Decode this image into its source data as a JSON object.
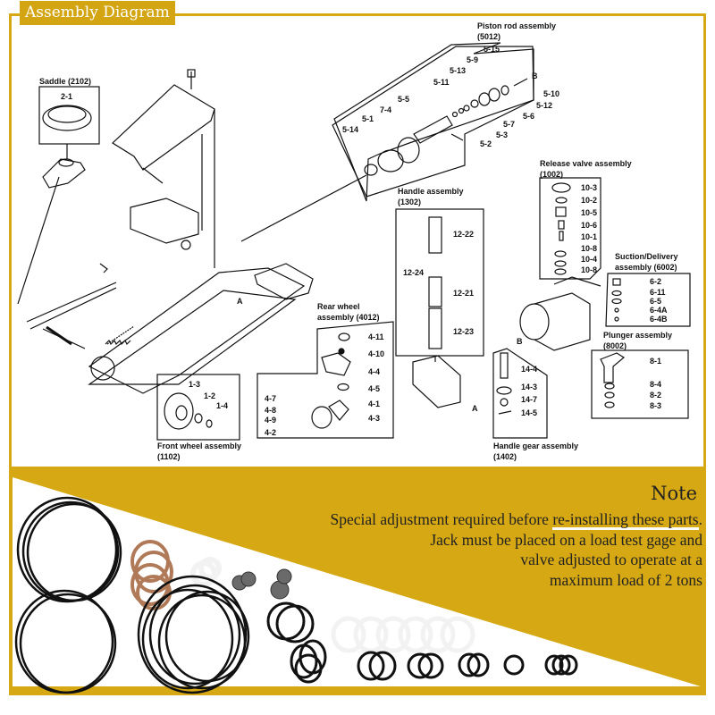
{
  "header": {
    "title": "Assembly Diagram"
  },
  "colors": {
    "accent": "#d6a813",
    "line": "#111111",
    "ring_black": "#111111",
    "ring_bronze": "#b07a58",
    "ring_white": "#f2f2f2"
  },
  "diagram": {
    "labels": [
      "Saddle (2102)",
      "2-1",
      "Piston rod assembly",
      "(5012)",
      "5-15",
      "5-9",
      "5-13",
      "5-11",
      "5-5",
      "7-4",
      "5-1",
      "5-14",
      "B",
      "5-10",
      "5-12",
      "5-6",
      "5-7",
      "5-3",
      "5-2",
      "Release valve assembly",
      "(1002)",
      "10-3",
      "10-2",
      "10-5",
      "10-6",
      "10-1",
      "10-8",
      "10-4",
      "10-8",
      "Handle assembly",
      "(1302)",
      "12-22",
      "12-24",
      "12-21",
      "12-23",
      "Suction/Delivery",
      "assembly (6002)",
      "6-2",
      "6-11",
      "6-5",
      "6-4A",
      "6-4B",
      "Plunger assembly",
      "(8002)",
      "8-1",
      "8-4",
      "8-2",
      "8-3",
      "Rear wheel",
      "assembly (4012)",
      "4-11",
      "4-10",
      "4-4",
      "4-5",
      "4-1",
      "4-3",
      "4-7",
      "4-8",
      "4-9",
      "4-2",
      "1-3",
      "1-2",
      "1-4",
      "Front wheel assembly",
      "(1102)",
      "14-4",
      "14-3",
      "14-7",
      "14-5",
      "Handle gear assembly",
      "(1402)",
      "A",
      "A",
      "B"
    ]
  },
  "note": {
    "title": "Note",
    "lines": [
      "Special adjustment required before re-installing these parts.",
      "Jack must be placed on a load test gage and",
      "valve adjusted to operate at a",
      "maximum load of 2 tons"
    ]
  }
}
